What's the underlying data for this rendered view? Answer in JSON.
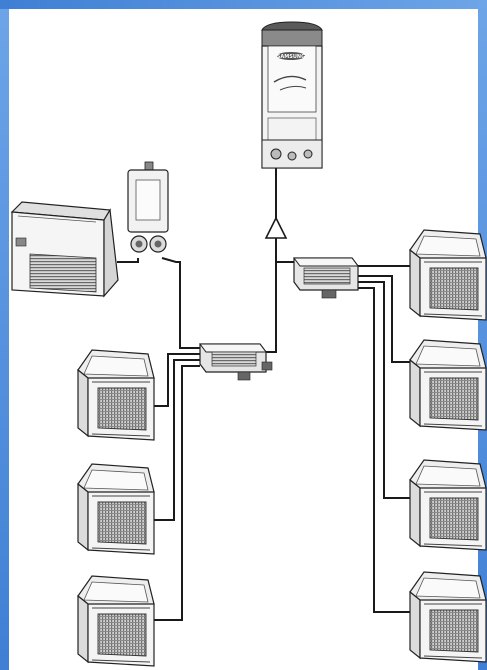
{
  "colors": {
    "frame_blue": "#3f7fd4",
    "frame_blue_light": "#6ea5e8",
    "line": "#1a1a1a",
    "equipment_fill": "#f3f3f3",
    "grille": "#555555"
  },
  "outdoor_unit": {
    "brand_text": "SAMSUNG",
    "icon": "outdoor-condenser-icon"
  },
  "indoor_units": {
    "console_icon": "floor-console-icon",
    "cassette_icon": "ceiling-cassette-icon",
    "left_cassette_count": 3,
    "right_cassette_count": 4
  },
  "fittings": {
    "flow_arrow_icon": "upward-flow-arrow-icon",
    "distributor_icon": "branch-distributor-icon",
    "module_icon": "connection-module-icon"
  }
}
